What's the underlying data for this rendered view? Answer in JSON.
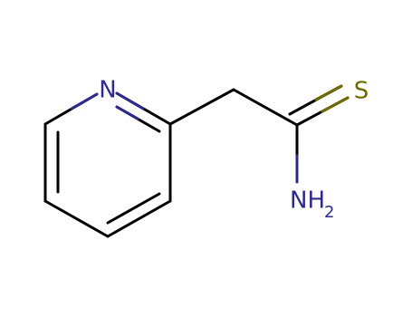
{
  "molecule": {
    "atoms": {
      "ring_n": {
        "symbol": "N"
      },
      "sulfur": {
        "symbol": "S"
      },
      "amine": {
        "symbol": "NH",
        "subscript": "2"
      }
    },
    "colors": {
      "bond": "#000000",
      "nitrogen": "#2e2a8c",
      "sulfur": "#6b6b00"
    }
  }
}
